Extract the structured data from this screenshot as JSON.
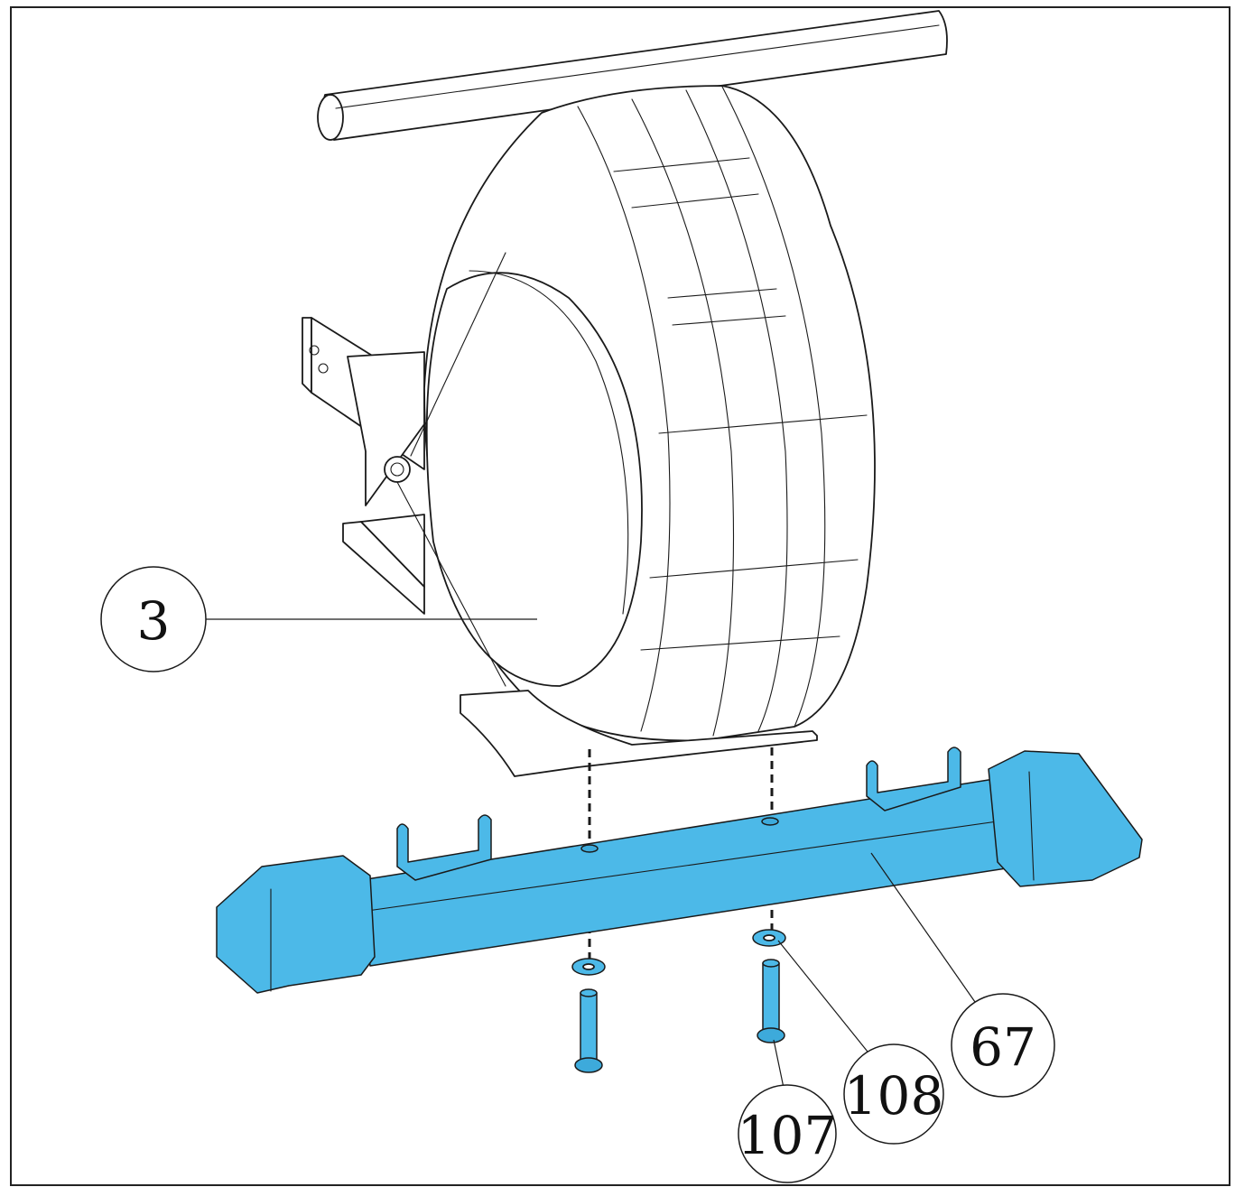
{
  "callouts": {
    "part_3": "3",
    "part_67": "67",
    "part_107": "107",
    "part_108": "108"
  },
  "colors": {
    "highlight": "#4cb9e8",
    "line": "#1a1a1a",
    "background": "#ffffff"
  }
}
